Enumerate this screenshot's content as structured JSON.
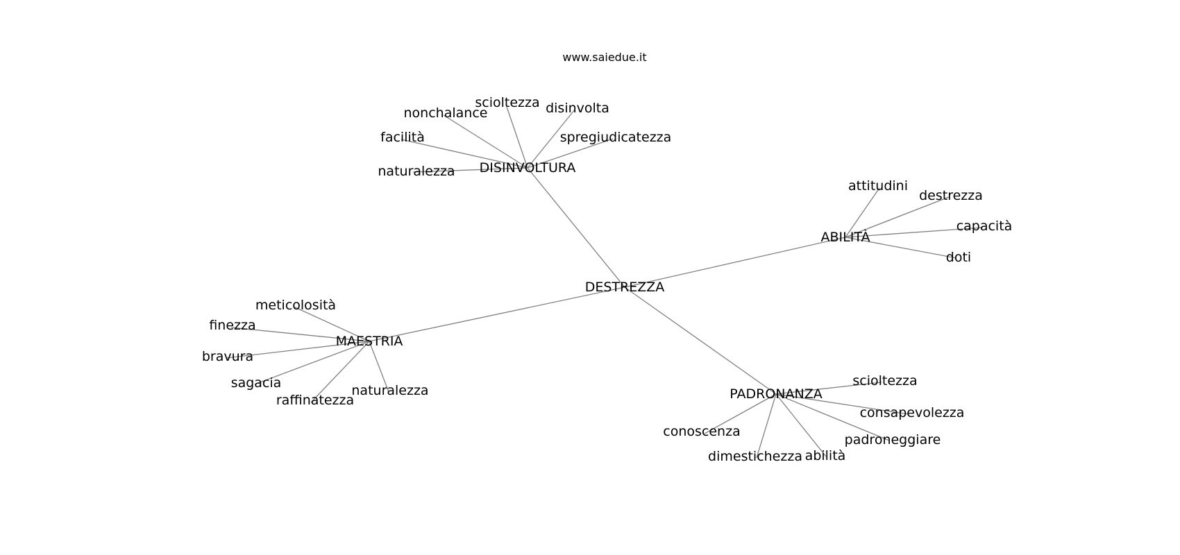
{
  "website": "www.saiedue.it",
  "graph": {
    "root": "DESTREZZA",
    "branches": [
      {
        "hub": "DISINVOLTURA",
        "leaves": [
          "scioltezza",
          "disinvolta",
          "nonchalance",
          "facilità",
          "spregiudicatezza",
          "naturalezza"
        ]
      },
      {
        "hub": "ABILITÀ",
        "leaves": [
          "attitudini",
          "destrezza",
          "capacità",
          "doti"
        ]
      },
      {
        "hub": "MAESTRIA",
        "leaves": [
          "meticolosità",
          "finezza",
          "bravura",
          "sagacia",
          "raffinatezza",
          "naturalezza"
        ]
      },
      {
        "hub": "PADRONANZA",
        "leaves": [
          "scioltezza",
          "consapevolezza",
          "padroneggiare",
          "abilità",
          "dimestichezza",
          "conoscenza"
        ]
      }
    ]
  }
}
